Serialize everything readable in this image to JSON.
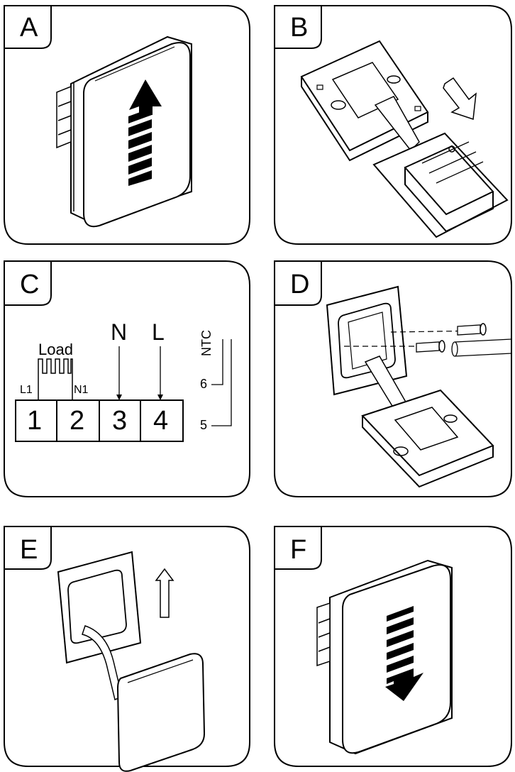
{
  "panels": {
    "a": {
      "label": "A"
    },
    "b": {
      "label": "B"
    },
    "c": {
      "label": "C"
    },
    "d": {
      "label": "D"
    },
    "e": {
      "label": "E"
    },
    "f": {
      "label": "F"
    }
  },
  "wiring": {
    "load_label": "Load",
    "l1_label": "L1",
    "n1_label": "N1",
    "neutral_label": "N",
    "live_label": "L",
    "ntc_label": "NTC",
    "terminals": [
      "1",
      "2",
      "3",
      "4"
    ],
    "sensor_terminal_6": "6",
    "sensor_terminal_5": "5"
  }
}
